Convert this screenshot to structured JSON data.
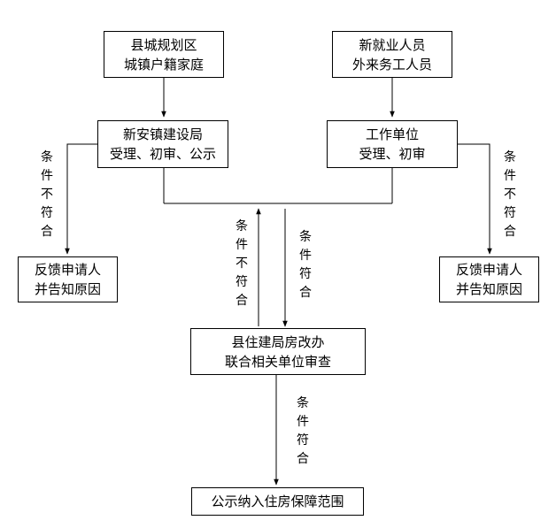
{
  "boxes": {
    "county_urban": [
      "县城规划区",
      "城镇户籍家庭"
    ],
    "new_workers": [
      "新就业人员",
      "外来务工人员"
    ],
    "xinan_bureau": [
      "新安镇建设局",
      "受理、初审、公示"
    ],
    "employer": [
      "工作单位",
      "受理、初审"
    ],
    "feedback_left": [
      "反馈申请人",
      "并告知原因"
    ],
    "feedback_right": [
      "反馈申请人",
      "并告知原因"
    ],
    "county_housing_office": [
      "县住建局房改办",
      "联合相关单位审查"
    ],
    "final": [
      "公示纳入住房保障范围"
    ]
  },
  "labels": {
    "not_met_left": [
      "条",
      "件",
      "不",
      "符",
      "合"
    ],
    "not_met_right": [
      "条",
      "件",
      "不",
      "符",
      "合"
    ],
    "not_met_center": [
      "条",
      "件",
      "不",
      "符",
      "合"
    ],
    "met_center": [
      "条",
      "件",
      "符",
      "合"
    ],
    "met_bottom": [
      "条",
      "件",
      "符",
      "合"
    ]
  }
}
